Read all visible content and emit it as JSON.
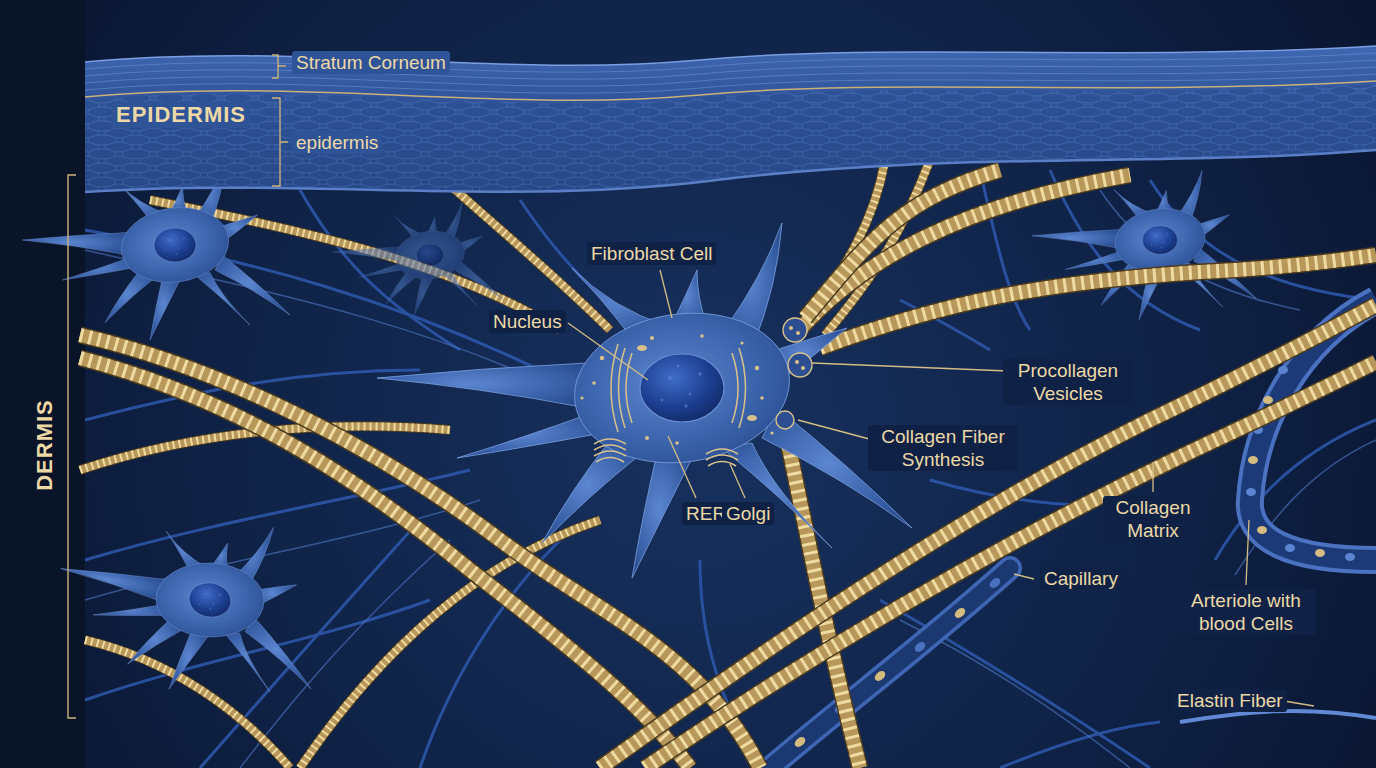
{
  "diagram": {
    "labels": [
      "Stratum Corneum",
      "EPIDERMIS",
      "epidermis",
      "DERMIS",
      "Fibroblast Cell",
      "Nucleus",
      "RER",
      "Golgi",
      "Procollagen Vesicles",
      "Collagen Fiber Synthesis",
      "Collagen Matrix",
      "Capillary",
      "Arteriole with blood Cells",
      "Elastin Fiber"
    ]
  }
}
